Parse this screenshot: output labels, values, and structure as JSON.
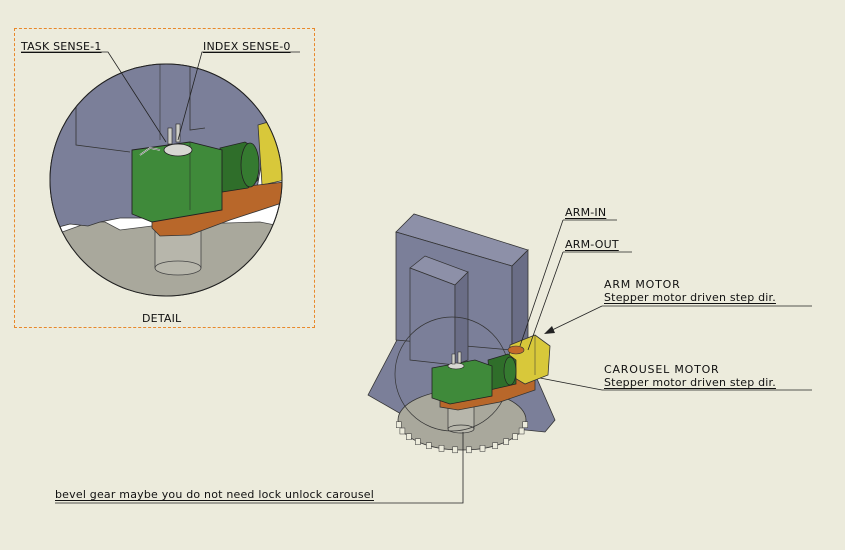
{
  "detail": {
    "caption": "DETAIL",
    "task_sense": "TASK SENSE-1",
    "index_sense": "INDEX SENSE-0"
  },
  "callouts": {
    "arm_in": "ARM-IN",
    "arm_out": "ARM-OUT",
    "arm_motor_title": "ARM MOTOR",
    "arm_motor_desc": "Stepper motor driven step dir.",
    "carousel_motor_title": "CAROUSEL MOTOR",
    "carousel_motor_desc": "Stepper motor driven step dir.",
    "bevel_gear_note": "bevel gear maybe you do not need lock unlock carousel"
  },
  "colors": {
    "background": "#ecebdc",
    "frame": "#e8882a",
    "housing": "#7b7f99",
    "motor_green": "#3f8a3a",
    "arm_orange": "#b8672a",
    "motor_yellow": "#d8c83a",
    "carousel_gray": "#a9a89c"
  }
}
